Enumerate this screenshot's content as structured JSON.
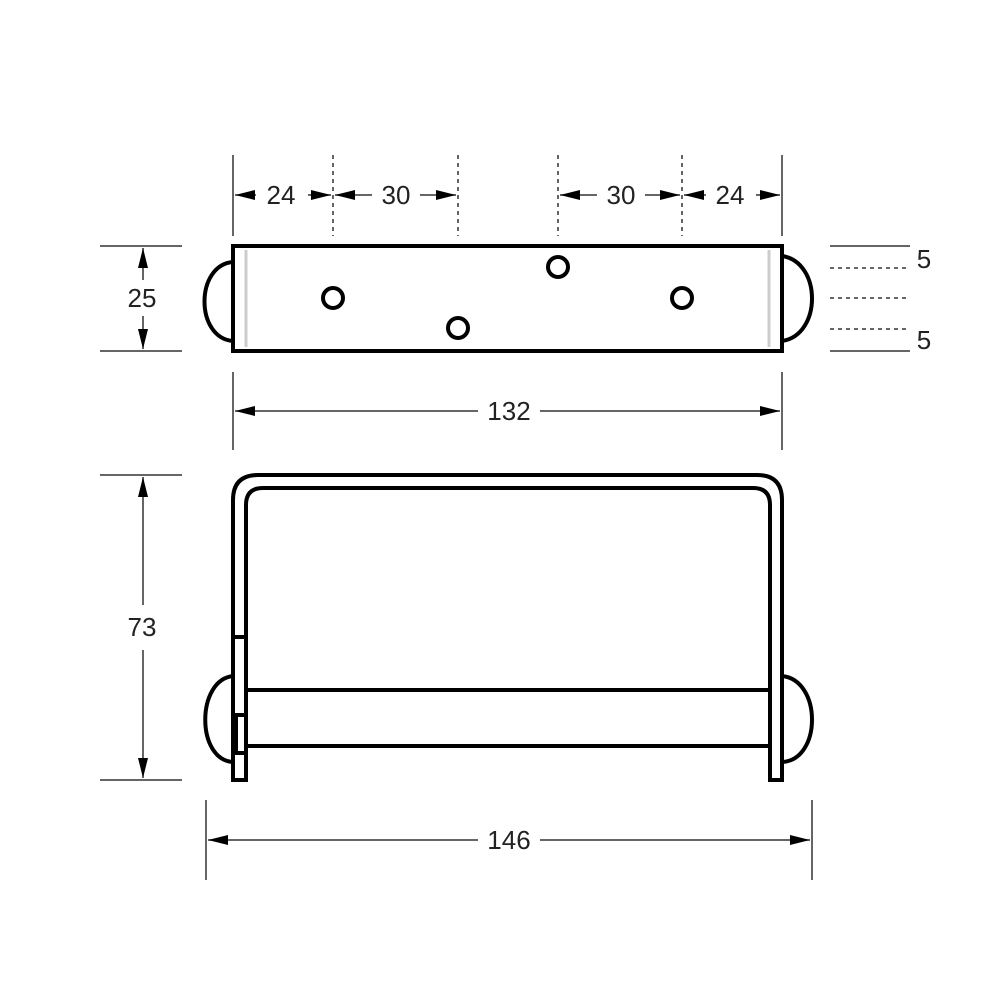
{
  "dimensions": {
    "top_spacing": [
      "24",
      "30",
      "30",
      "24"
    ],
    "height_top": "25",
    "offset_top": "5",
    "offset_bottom": "5",
    "width_inner": "132",
    "height_front": "73",
    "width_overall": "146"
  }
}
